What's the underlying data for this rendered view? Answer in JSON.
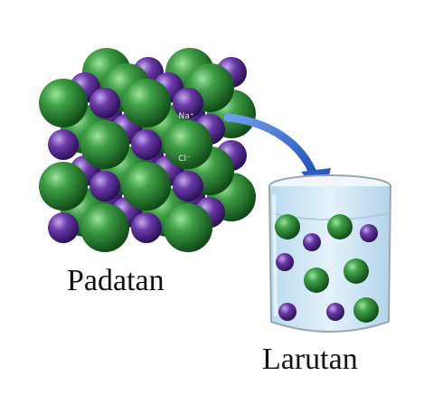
{
  "labels": {
    "solid": "Padatan",
    "solution": "Larutan",
    "sodium_ion": "Na⁺",
    "chloride_ion": "Cl⁻"
  },
  "colors": {
    "chloride": "#2e7d32",
    "sodium": "#5b2d8e",
    "arrow": "#3b6fd0",
    "water": "#cfe6f7",
    "glass": "#9aa6b0"
  },
  "lattice": {
    "layers": 3,
    "rows": 4,
    "columns": 4
  },
  "beaker_ions": [
    {
      "type": "chloride"
    },
    {
      "type": "sodium"
    },
    {
      "type": "chloride"
    },
    {
      "type": "sodium"
    },
    {
      "type": "sodium"
    },
    {
      "type": "chloride"
    },
    {
      "type": "chloride"
    },
    {
      "type": "sodium"
    },
    {
      "type": "sodium"
    },
    {
      "type": "chloride"
    }
  ]
}
